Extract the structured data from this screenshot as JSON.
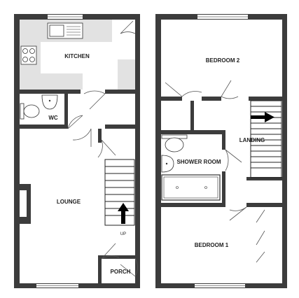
{
  "floor_plan": {
    "rooms": {
      "kitchen": "KITCHEN",
      "wc": "WC",
      "lounge": "LOUNGE",
      "porch": "PORCH",
      "bedroom_2": "BEDROOM 2",
      "landing": "LANDING",
      "shower_room": "SHOWER ROOM",
      "bedroom_1": "BEDROOM 1"
    },
    "annotations": {
      "stairs_up": "UP"
    }
  }
}
